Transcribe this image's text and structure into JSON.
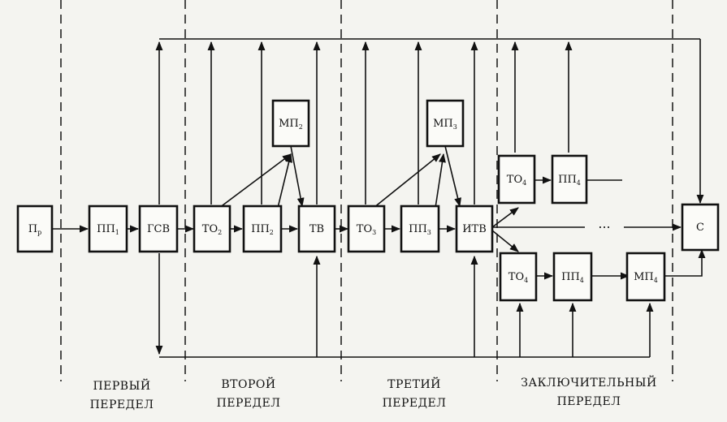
{
  "blocks": [
    {
      "id": "pr",
      "main": "П",
      "sub": "р"
    },
    {
      "id": "pp1",
      "main": "ПП",
      "sub": "1"
    },
    {
      "id": "gsv",
      "main": "ГСВ",
      "sub": ""
    },
    {
      "id": "to2",
      "main": "ТО",
      "sub": "2"
    },
    {
      "id": "pp2",
      "main": "ПП",
      "sub": "2"
    },
    {
      "id": "mp2",
      "main": "МП",
      "sub": "2"
    },
    {
      "id": "tv",
      "main": "ТВ",
      "sub": ""
    },
    {
      "id": "to3",
      "main": "ТО",
      "sub": "3"
    },
    {
      "id": "pp3",
      "main": "ПП",
      "sub": "3"
    },
    {
      "id": "mp3",
      "main": "МП",
      "sub": "3"
    },
    {
      "id": "itv",
      "main": "ИТВ",
      "sub": ""
    },
    {
      "id": "to4a",
      "main": "ТО",
      "sub": "4"
    },
    {
      "id": "pp4a",
      "main": "ПП",
      "sub": "4"
    },
    {
      "id": "to4b",
      "main": "ТО",
      "sub": "4"
    },
    {
      "id": "pp4b",
      "main": "ПП",
      "sub": "4"
    },
    {
      "id": "mp4",
      "main": "МП",
      "sub": "4"
    },
    {
      "id": "c",
      "main": "С",
      "sub": ""
    }
  ],
  "ellipsis": "···",
  "sections": [
    {
      "id": "first",
      "line1": "ПЕРВЫЙ",
      "line2": "ПЕРЕДЕЛ"
    },
    {
      "id": "second",
      "line1": "ВТОРОЙ",
      "line2": "ПЕРЕДЕЛ"
    },
    {
      "id": "third",
      "line1": "ТРЕТИЙ",
      "line2": "ПЕРЕДЕЛ"
    },
    {
      "id": "final",
      "line1": "ЗАКЛЮЧИТЕЛЬНЫЙ",
      "line2": "ПЕРЕДЕЛ"
    }
  ],
  "colors": {
    "ink": "#111111",
    "paper": "#f4f4f0"
  }
}
